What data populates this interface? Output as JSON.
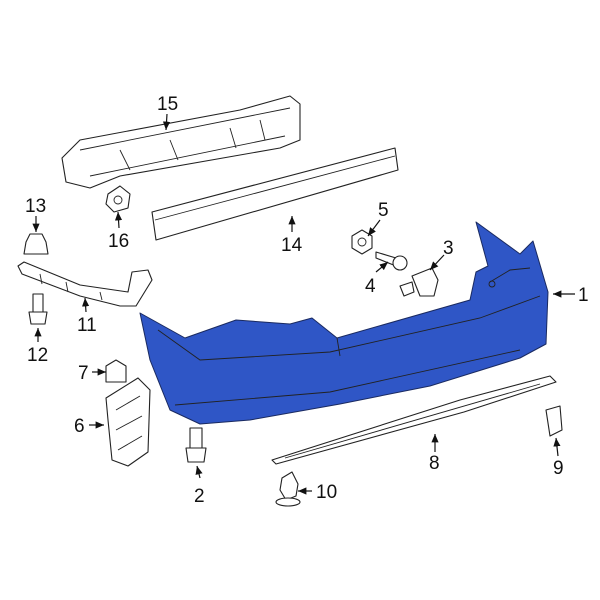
{
  "diagram": {
    "highlight_color": "#2f56c6",
    "callouts": [
      {
        "id": "1",
        "label": "1"
      },
      {
        "id": "2",
        "label": "2"
      },
      {
        "id": "3",
        "label": "3"
      },
      {
        "id": "4",
        "label": "4"
      },
      {
        "id": "5",
        "label": "5"
      },
      {
        "id": "6",
        "label": "6"
      },
      {
        "id": "7",
        "label": "7"
      },
      {
        "id": "8",
        "label": "8"
      },
      {
        "id": "9",
        "label": "9"
      },
      {
        "id": "10",
        "label": "10"
      },
      {
        "id": "11",
        "label": "11"
      },
      {
        "id": "12",
        "label": "12"
      },
      {
        "id": "13",
        "label": "13"
      },
      {
        "id": "14",
        "label": "14"
      },
      {
        "id": "15",
        "label": "15"
      },
      {
        "id": "16",
        "label": "16"
      }
    ]
  }
}
